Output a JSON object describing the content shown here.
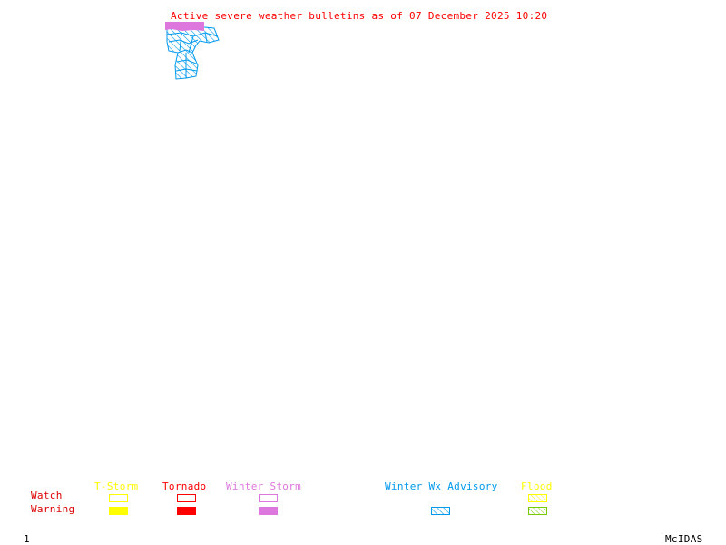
{
  "title": "Active severe weather bulletins as of 07 December 2025 10:20",
  "map": {
    "alerts": [
      {
        "type": "Winter Storm",
        "category": "Warning",
        "color": "#dd77dd"
      },
      {
        "type": "Winter Wx Advisory",
        "category": "Warning",
        "color": "#0099ee"
      }
    ]
  },
  "legend": {
    "row_labels": {
      "watch": "Watch",
      "warning": "Warning"
    },
    "row_label_color": "#dd0000",
    "columns": [
      {
        "name": "T-Storm",
        "color": "#ffff00",
        "watch": "outline",
        "warning": "filled"
      },
      {
        "name": "Tornado",
        "color": "#ff0000",
        "watch": "outline",
        "warning": "filled"
      },
      {
        "name": "Winter Storm",
        "color": "#dd77dd",
        "watch": "outline",
        "warning": "filled"
      },
      {
        "name": "Winter Wx Advisory",
        "color": "#0099ee",
        "watch": "none",
        "warning": "hatched"
      },
      {
        "name": "Flood",
        "color": "#ffff00",
        "watch": "hatched",
        "warning": "hatched",
        "warning_color": "#77cc00"
      }
    ]
  },
  "footer": {
    "frame_number": "1",
    "software": "McIDAS"
  }
}
